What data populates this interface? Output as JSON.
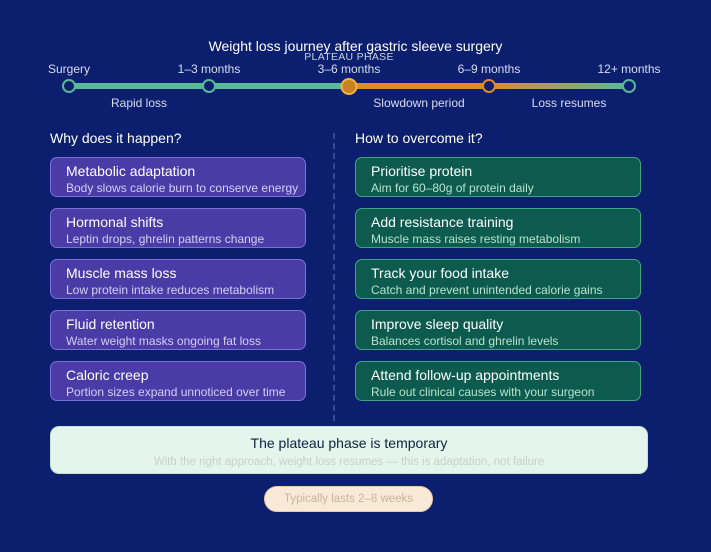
{
  "title": "Weight loss journey after gastric sleeve surgery",
  "plateau_tag": "PLATEAU PHASE",
  "timeline": {
    "stages": [
      "Surgery",
      "1–3 months",
      "3–6 months",
      "6–9 months",
      "12+ months"
    ],
    "segments": [
      "Rapid loss",
      "Slowdown period",
      "Loss resumes"
    ],
    "colors": {
      "green": "#58b996",
      "orange": "#e28a25"
    }
  },
  "why": {
    "heading": "Why does it happen?",
    "items": [
      {
        "title": "Metabolic adaptation",
        "sub": "Body slows calorie burn to conserve energy"
      },
      {
        "title": "Hormonal shifts",
        "sub": "Leptin drops, ghrelin patterns change"
      },
      {
        "title": "Muscle mass loss",
        "sub": "Low protein intake reduces metabolism"
      },
      {
        "title": "Fluid retention",
        "sub": "Water weight masks ongoing fat loss"
      },
      {
        "title": "Caloric creep",
        "sub": "Portion sizes expand unnoticed over time"
      }
    ]
  },
  "how": {
    "heading": "How to overcome it?",
    "items": [
      {
        "title": "Prioritise protein",
        "sub": "Aim for 60–80g of protein daily"
      },
      {
        "title": "Add resistance training",
        "sub": "Muscle mass raises resting metabolism"
      },
      {
        "title": "Track your food intake",
        "sub": "Catch and prevent unintended calorie gains"
      },
      {
        "title": "Improve sleep quality",
        "sub": "Balances cortisol and ghrelin levels"
      },
      {
        "title": "Attend follow-up appointments",
        "sub": "Rule out clinical causes with your surgeon"
      }
    ]
  },
  "summary": {
    "title": "The plateau phase is temporary",
    "sub": "With the right approach, weight loss resumes — this is adaptation, not failure"
  },
  "duration_pill": "Typically lasts 2–8 weeks"
}
